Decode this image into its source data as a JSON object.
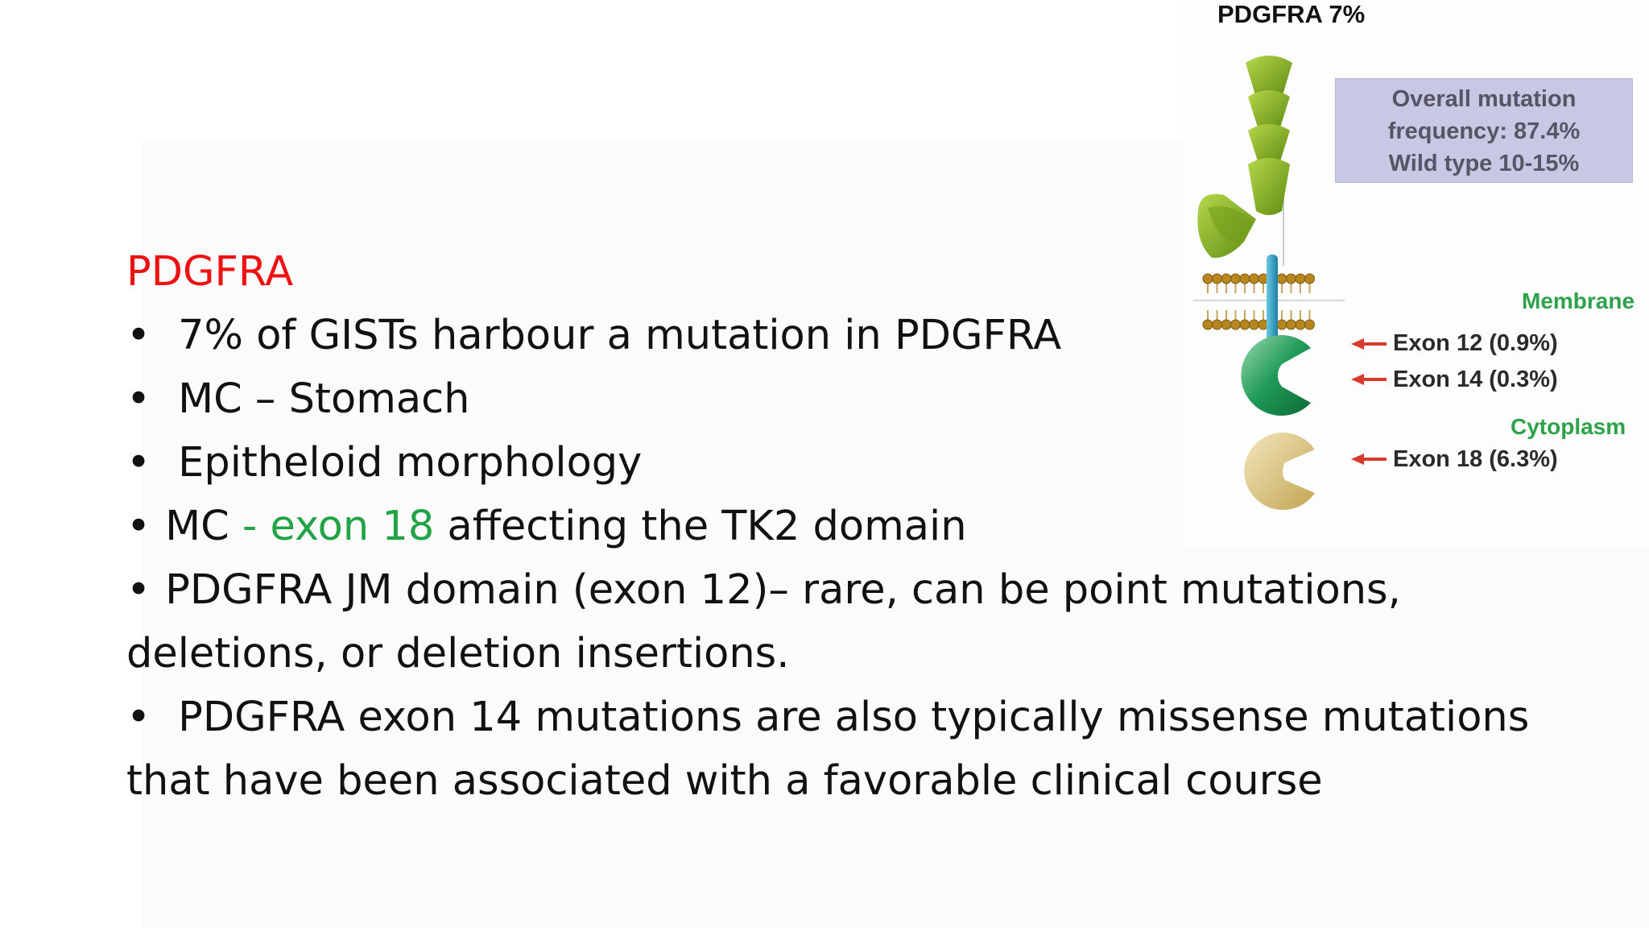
{
  "slide": {
    "heading": "PDGFRA",
    "bullet_char": "•",
    "lines": {
      "l1": "7% of GISTs harbour a mutation in PDGFRA",
      "l2": "MC – Stomach",
      "l3": "Epitheloid morphology",
      "l4a": "MC",
      "l4b": " - exon 18",
      "l4c": " affecting the TK2 domain",
      "l5": "PDGFRA JM domain (exon 12)– rare, can be point mutations,",
      "l6": "deletions, or deletion insertions.",
      "l7": "PDGFRA exon 14 mutations are also typically missense mutations",
      "l8": "that have been associated with a favorable clinical course"
    },
    "highlight_color": "#22a346",
    "heading_color": "#ee1111"
  },
  "figure": {
    "title": "PDGFRA 7%",
    "info_box": {
      "line1": "Overall mutation",
      "line2": "frequency: 87.4%",
      "line3": "Wild type 10-15%"
    },
    "membrane_label": "Membrane",
    "cytoplasm_label": "Cytoplasm",
    "exon12": "Exon 12 (0.9%)",
    "exon14": "Exon 14 (0.3%)",
    "exon18": "Exon 18 (6.3%)",
    "colors": {
      "ligand_green": "#8db828",
      "membrane_brown": "#b8861e",
      "tm_blue": "#2aa3c9",
      "tk1_green": "#1f9a57",
      "tk2_tan": "#d9c27a",
      "arrow_red": "#d63a2a",
      "region_label_green": "#2ea24a"
    }
  }
}
